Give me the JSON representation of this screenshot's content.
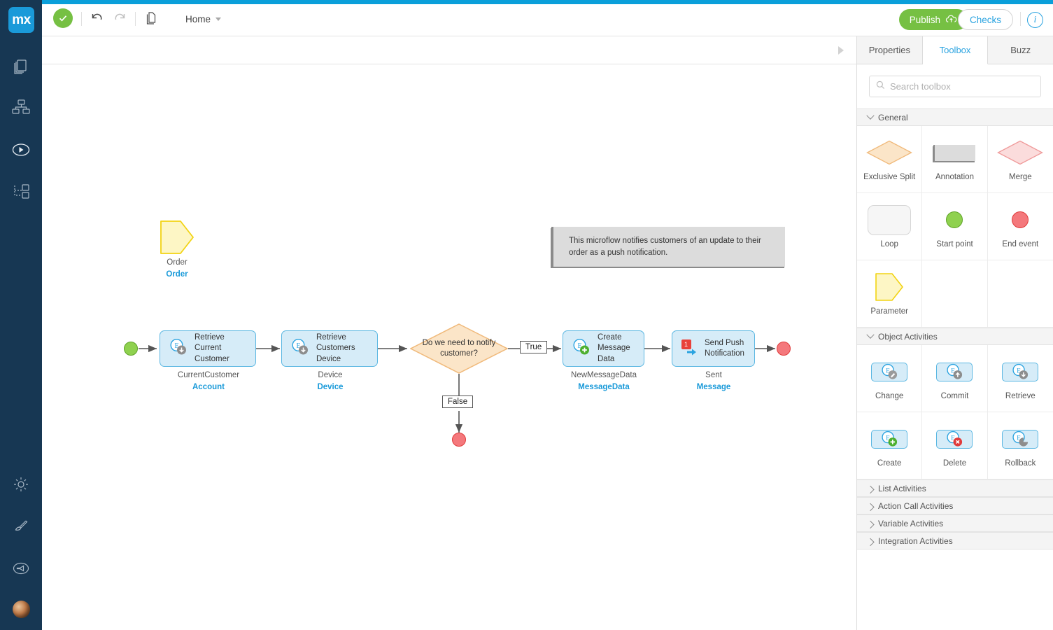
{
  "app": {
    "logo_text": "mx",
    "accent_blue": "#1a9ad9",
    "rail_bg": "#173753",
    "publish_green": "#76c043"
  },
  "rail": {
    "items": [
      {
        "name": "pages-icon",
        "title": "Pages"
      },
      {
        "name": "domain-model-icon",
        "title": "Domain model"
      },
      {
        "name": "microflows-icon",
        "title": "Microflows"
      },
      {
        "name": "navigation-icon",
        "title": "Navigation"
      },
      {
        "name": "settings-icon",
        "title": "Settings"
      },
      {
        "name": "styling-icon",
        "title": "Styling"
      },
      {
        "name": "feedback-icon",
        "title": "Feedback"
      }
    ],
    "avatar": "user-avatar"
  },
  "toolbar": {
    "check_icon": "checkmark-icon",
    "undo_icon": "undo-icon",
    "redo_icon": "redo-icon",
    "document_icon": "document-icon",
    "home_label": "Home",
    "publish_label": "Publish",
    "publish_icon": "cloud-upload-icon",
    "checks_label": "Checks",
    "info_label": "i"
  },
  "canvas": {
    "expand_icon": "expand-arrow-icon",
    "annotation": "This microflow notifies customers of an update to their order as a push notification.",
    "parameter": {
      "name": "Order",
      "type": "Order"
    },
    "nodes": [
      {
        "kind": "start",
        "name": "start-event"
      },
      {
        "kind": "activity",
        "icon": "retrieve-icon",
        "text": "Retrieve\nCurrent\nCustomer",
        "name": "CurrentCustomer",
        "type": "Account"
      },
      {
        "kind": "activity",
        "icon": "retrieve-icon",
        "text": "Retrieve\nCustomers\nDevice",
        "name": "Device",
        "type": "Device"
      },
      {
        "kind": "decision",
        "text": "Do we need to\nnotify customer?"
      },
      {
        "kind": "activity",
        "icon": "create-icon",
        "text": "Create\nMessage\nData",
        "name": "NewMessageData",
        "type": "MessageData"
      },
      {
        "kind": "activity",
        "icon": "push-notification-icon",
        "text": "Send Push\nNotification",
        "name": "Sent",
        "type": "Message"
      },
      {
        "kind": "end",
        "name": "end-event"
      }
    ],
    "flow_labels": {
      "true": "True",
      "false": "False"
    }
  },
  "panel": {
    "tabs": [
      {
        "label": "Properties",
        "active": false
      },
      {
        "label": "Toolbox",
        "active": true
      },
      {
        "label": "Buzz",
        "active": false
      }
    ],
    "search": {
      "placeholder": "Search toolbox",
      "value": "",
      "icon": "search-icon"
    },
    "sections": [
      {
        "title": "General",
        "expanded": true,
        "items": [
          {
            "label": "Exclusive Split",
            "art": "diamond-orange"
          },
          {
            "label": "Annotation",
            "art": "annotation-box"
          },
          {
            "label": "Merge",
            "art": "diamond-red"
          },
          {
            "label": "Loop",
            "art": "loop-rect"
          },
          {
            "label": "Start point",
            "art": "circle-green"
          },
          {
            "label": "End event",
            "art": "circle-red"
          },
          {
            "label": "Parameter",
            "art": "parameter-shape"
          },
          {
            "label": "",
            "art": "empty"
          }
        ]
      },
      {
        "title": "Object Activities",
        "expanded": true,
        "items": [
          {
            "label": "Change",
            "art": "activity-change"
          },
          {
            "label": "Commit",
            "art": "activity-commit"
          },
          {
            "label": "Retrieve",
            "art": "activity-retrieve"
          },
          {
            "label": "Create",
            "art": "activity-create"
          },
          {
            "label": "Delete",
            "art": "activity-delete"
          },
          {
            "label": "Rollback",
            "art": "activity-rollback"
          }
        ]
      },
      {
        "title": "List Activities",
        "expanded": false,
        "items": []
      },
      {
        "title": "Action Call Activities",
        "expanded": false,
        "items": []
      },
      {
        "title": "Variable Activities",
        "expanded": false,
        "items": []
      },
      {
        "title": "Integration Activities",
        "expanded": false,
        "items": []
      }
    ]
  }
}
